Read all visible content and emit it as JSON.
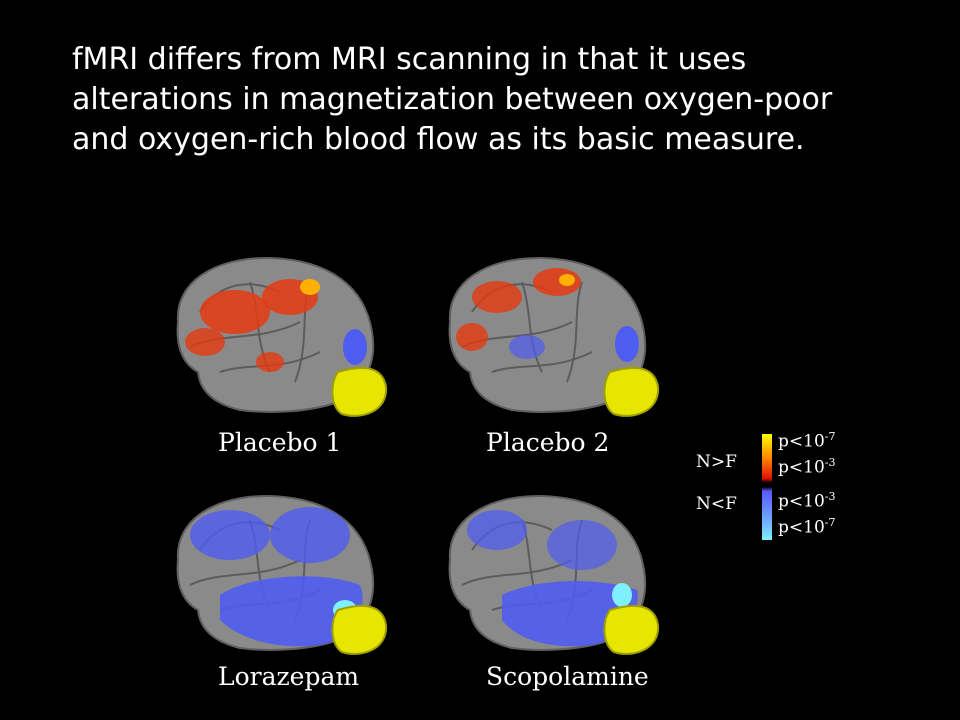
{
  "slide": {
    "text": "fMRI differs from MRI scanning in that it uses alterations in magnetization between oxygen-poor and oxygen-rich blood flow as its basic measure."
  },
  "figure": {
    "panels": [
      {
        "caption": "Placebo 1",
        "activation": "red"
      },
      {
        "caption": "Placebo 2",
        "activation": "red"
      },
      {
        "caption": "Lorazepam",
        "activation": "blue"
      },
      {
        "caption": "Scopolamine",
        "activation": "blue"
      }
    ],
    "legend": {
      "group_positive": "N>F",
      "group_negative": "N<F",
      "thresholds": [
        {
          "base": "p<10",
          "exp": "-7"
        },
        {
          "base": "p<10",
          "exp": "-3"
        },
        {
          "base": "p<10",
          "exp": "-3"
        },
        {
          "base": "p<10",
          "exp": "-7"
        }
      ],
      "colors": {
        "strong_positive": "#ffff00",
        "weak_positive": "#e01000",
        "weak_negative": "#5a5aff",
        "strong_negative": "#7ff0ff"
      }
    },
    "colors": {
      "cortex": "#8a8a8a",
      "cerebellum": "#e6e600",
      "positive": "#e53a10",
      "negative": "#4f5cf0"
    }
  }
}
